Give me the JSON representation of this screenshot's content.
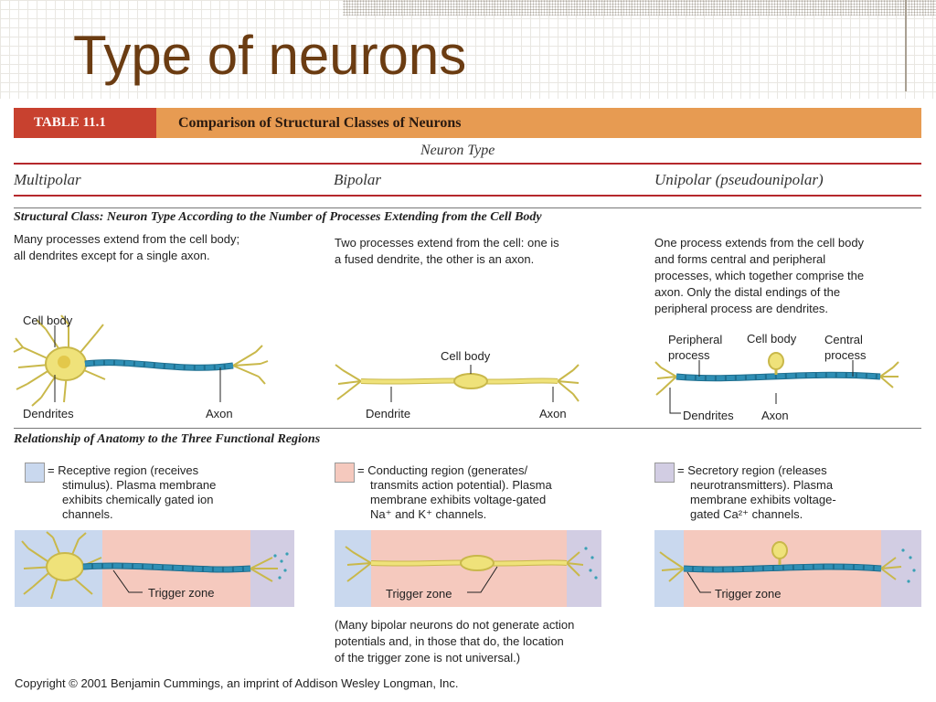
{
  "slide": {
    "title": "Type of neurons"
  },
  "table": {
    "tag": "TABLE 11.1",
    "caption": "Comparison of Structural Classes of Neurons",
    "neuron_type_header": "Neuron Type",
    "columns": [
      "Multipolar",
      "Bipolar",
      "Unipolar (pseudounipolar)"
    ],
    "structural_section": "Structural Class: Neuron Type According to the Number of Processes Extending from the Cell Body",
    "descriptions": {
      "multipolar_line1": "Many processes extend from the cell body;",
      "multipolar_line2": "all dendrites except for a single axon.",
      "bipolar_line1": "Two processes extend from the cell: one is",
      "bipolar_line2": "a fused dendrite, the other is an axon.",
      "unipolar_line1": "One process extends from the cell body",
      "unipolar_line2": "and forms central and peripheral",
      "unipolar_line3": "processes, which together comprise the",
      "unipolar_line4": "axon. Only the distal endings of the",
      "unipolar_line5": "peripheral process are dendrites."
    },
    "labels": {
      "cell_body": "Cell body",
      "dendrites": "Dendrites",
      "axon": "Axon",
      "dendrite": "Dendrite",
      "peripheral_process_1": "Peripheral",
      "peripheral_process_2": "process",
      "central_process_1": "Central",
      "central_process_2": "process",
      "trigger_zone": "Trigger zone"
    },
    "functional_section": "Relationship of Anatomy to the Three Functional Regions",
    "legend": {
      "receptive_1": "= Receptive region (receives",
      "receptive_2": "stimulus). Plasma membrane",
      "receptive_3": "exhibits chemically gated ion",
      "receptive_4": "channels.",
      "conducting_1": "= Conducting region (generates/",
      "conducting_2": "transmits action potential). Plasma",
      "conducting_3": "membrane exhibits voltage-gated",
      "conducting_4": "Na⁺ and K⁺ channels.",
      "secretory_1": "= Secretory region (releases",
      "secretory_2": "neurotransmitters). Plasma",
      "secretory_3": "membrane exhibits voltage-",
      "secretory_4": "gated Ca²⁺ channels."
    },
    "note_1": "(Many bipolar neurons do not generate action",
    "note_2": "potentials and, in those that do, the location",
    "note_3": "of the trigger zone is not universal.)"
  },
  "copyright": "Copyright © 2001 Benjamin Cummings, an imprint of Addison Wesley Longman, Inc.",
  "colors": {
    "title": "#6b3c12",
    "header_tag": "#c8412f",
    "header_bar": "#e79b52",
    "rule": "#b5282c",
    "receptive": "#c9d8ee",
    "conducting": "#f5c9be",
    "secretory": "#d2cde3",
    "axon": "#2f8fb5",
    "cell_body": "#efe27a"
  }
}
